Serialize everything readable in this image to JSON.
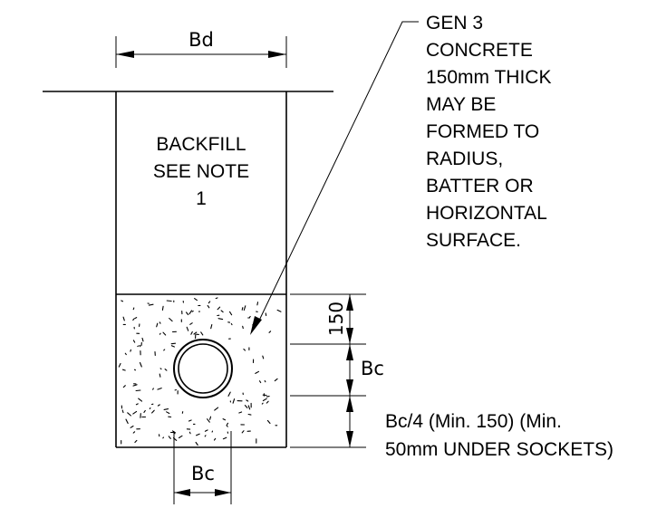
{
  "dimensions": {
    "trench_width": "Bd",
    "pipe_width_bottom": "Bc",
    "cover_above_pipe": "150",
    "pipe_height": "Bc",
    "bedding_line_1": "Bc/4 (Min. 150) (Min.",
    "bedding_line_2": "50mm UNDER SOCKETS)"
  },
  "backfill": {
    "lines": [
      "BACKFILL",
      "SEE NOTE",
      "1"
    ]
  },
  "concrete_note": {
    "lines": [
      "GEN 3",
      "CONCRETE",
      "150mm THICK",
      "MAY BE",
      "FORMED TO",
      "RADIUS,",
      "BATTER OR",
      "HORIZONTAL",
      "SURFACE."
    ]
  }
}
